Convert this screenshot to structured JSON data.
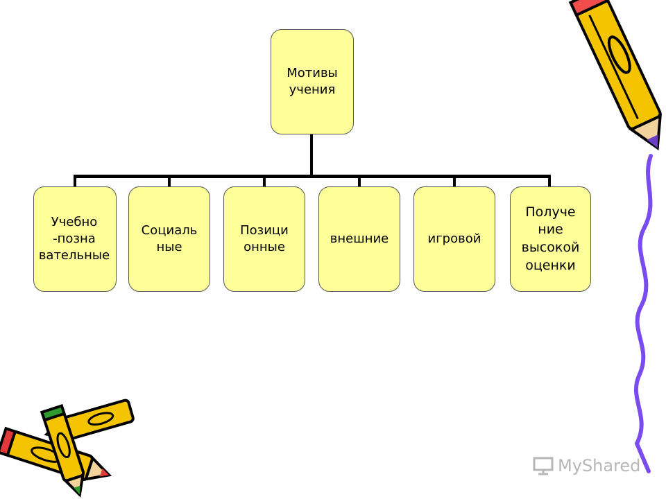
{
  "diagram": {
    "root": {
      "label": "Мотивы\nучения"
    },
    "children": [
      {
        "label": "Учебно\n-позна\nвательные"
      },
      {
        "label": "Социаль\nные"
      },
      {
        "label": "Позици\nонные"
      },
      {
        "label": "внешние"
      },
      {
        "label": "игровой"
      },
      {
        "label": "Получе\nние\nвысокой\nоценки"
      }
    ],
    "colors": {
      "node_fill": "#ffff99",
      "connector": "#000000",
      "squiggle": "#7a4cf0",
      "pencil": "#f5c400"
    }
  },
  "watermark": {
    "text": "MyShared",
    "icon": "slideshow-icon"
  }
}
